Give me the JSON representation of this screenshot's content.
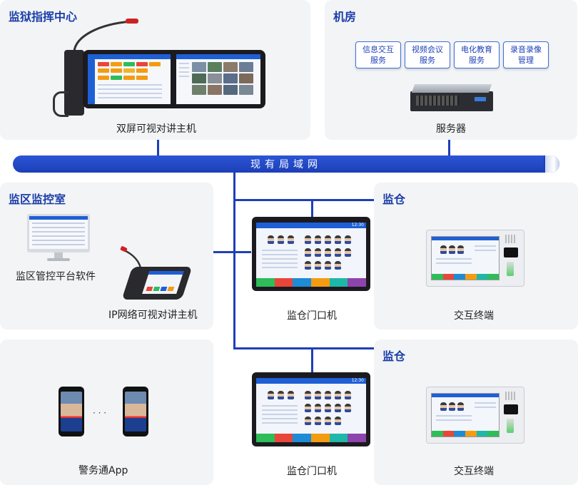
{
  "network": {
    "label": "现有局域网"
  },
  "command_center": {
    "title": "监狱指挥中心",
    "device_caption": "双屏可视对讲主机"
  },
  "machine_room": {
    "title": "机房",
    "services": [
      {
        "line1": "信息交互",
        "line2": "服务"
      },
      {
        "line1": "视频会议",
        "line2": "服务"
      },
      {
        "line1": "电化教育",
        "line2": "服务"
      },
      {
        "line1": "录音录像",
        "line2": "管理"
      }
    ],
    "server_caption": "服务器"
  },
  "district_room": {
    "title": "监区监控室",
    "software_caption": "监区管控平台软件",
    "host_caption": "IP网络可视对讲主机"
  },
  "door_units": [
    {
      "caption": "监仓门口机",
      "screen_time": "12:30"
    },
    {
      "caption": "监仓门口机",
      "screen_time": "12:30"
    }
  ],
  "cells": [
    {
      "title": "监仓",
      "terminal_caption": "交互终端"
    },
    {
      "title": "监仓",
      "terminal_caption": "交互终端"
    }
  ],
  "app": {
    "caption": "警务通App",
    "dots": "· · ·"
  },
  "colors": {
    "accent": "#1b3ea8",
    "bus": "#1d3fb8",
    "panel": "#f3f4f6"
  }
}
